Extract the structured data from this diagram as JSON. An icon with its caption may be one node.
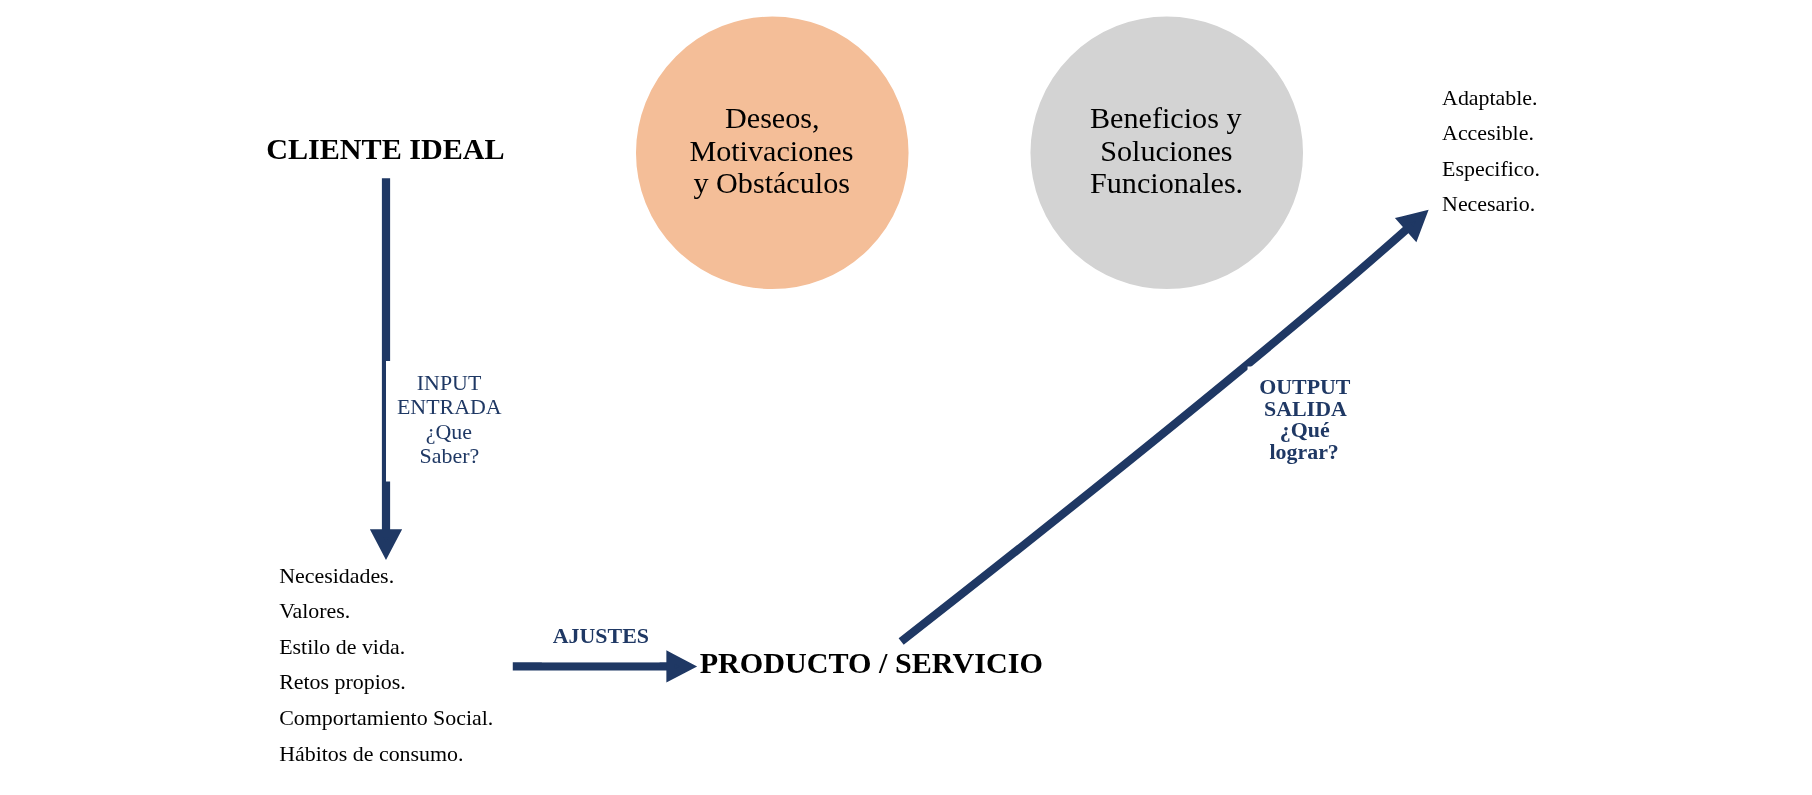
{
  "diagram": {
    "nodes": [
      {
        "text": [
          "CLIENTE IDEAL"
        ]
      },
      {
        "text": [
          "Necesidades.",
          "Valores.",
          "Estilo de vida.",
          "Retos propios.",
          "Comportamiento Social.",
          "Hábitos de consumo."
        ]
      },
      {
        "text": [
          "Deseos, Motivaciones y Obstáculos"
        ]
      },
      {
        "text": [
          "Beneficios y Soluciones Funcionales."
        ]
      },
      {
        "text": [
          "PRODUCTO / SERVICIO"
        ]
      },
      {
        "text": [
          "Adaptable.",
          "Accesible.",
          "Especifico.",
          "Necesario."
        ]
      }
    ],
    "edges": [
      {
        "from": 0,
        "to": 1,
        "arrow": "to",
        "label": "INPUT ENTRADA ¿Que Saber?"
      },
      {
        "from": 1,
        "to": 4,
        "arrow": "to",
        "label": "AJUSTES"
      },
      {
        "from": 4,
        "to": 5,
        "arrow": "to",
        "label": "OUTPUT SALIDA ¿Qué lograr?"
      }
    ]
  }
}
